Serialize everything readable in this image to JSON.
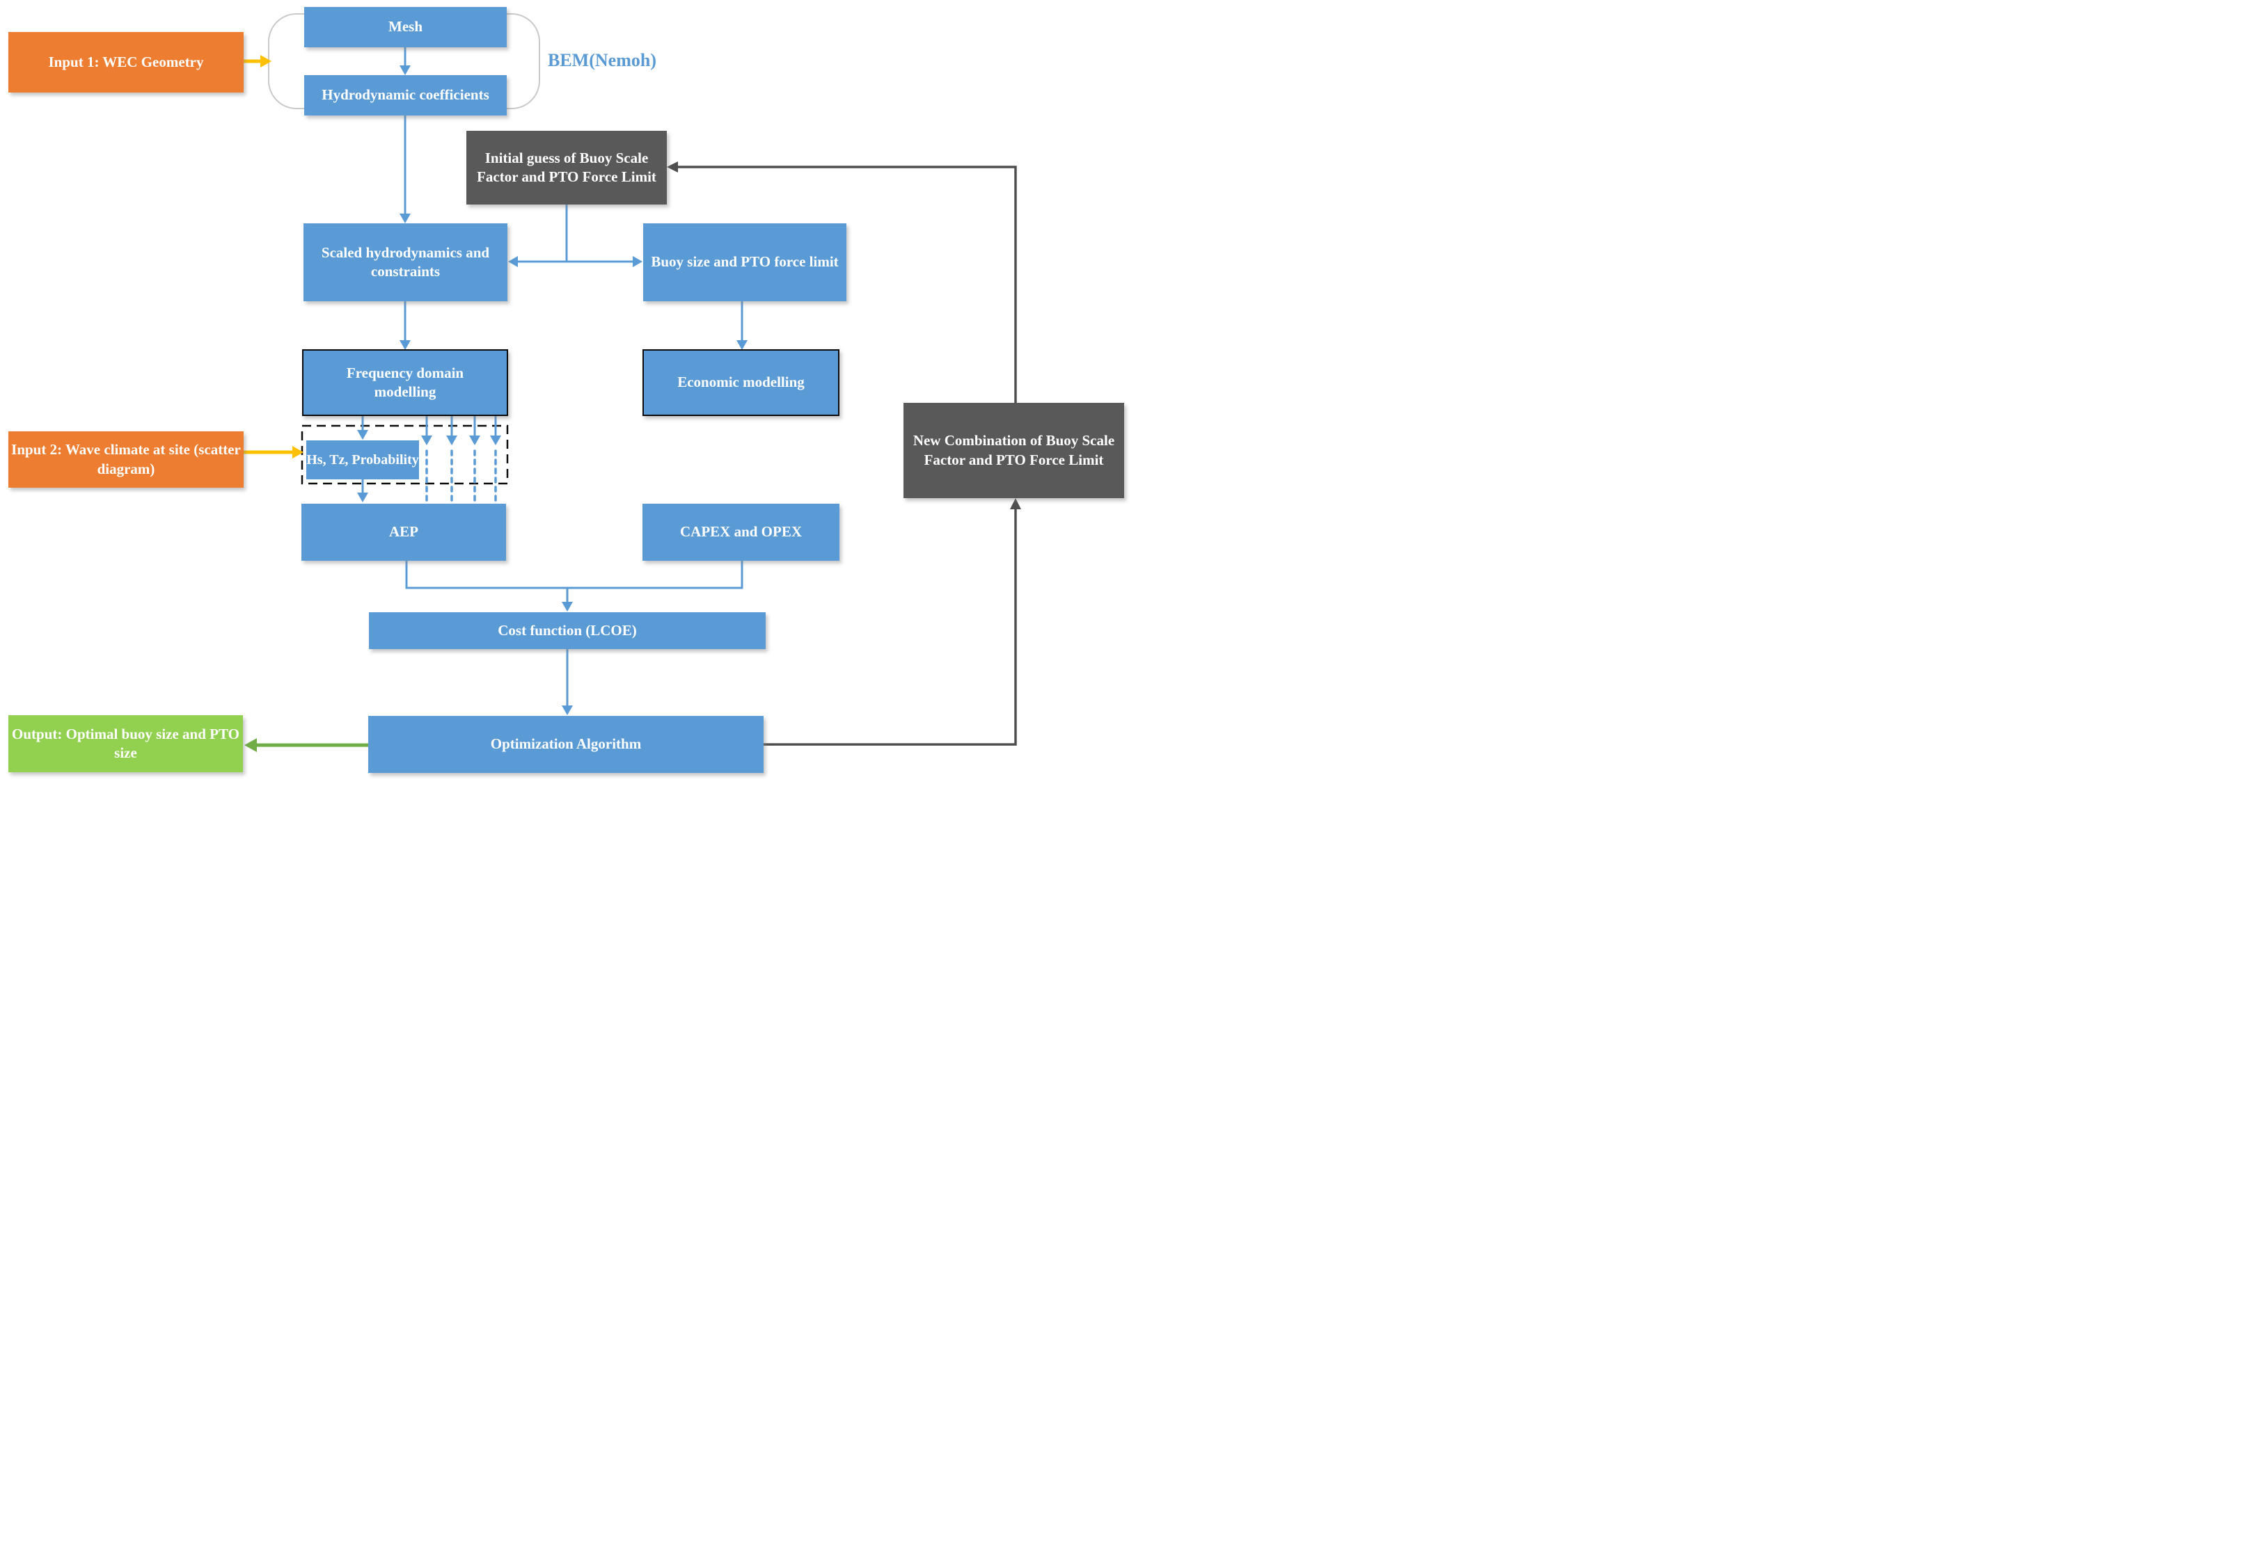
{
  "diagram_kind": "flowchart",
  "colors": {
    "box_blue": "#5b9bd5",
    "box_orange": "#ed7d31",
    "box_dark": "#595959",
    "box_green": "#92d050",
    "arrow_blue": "#5b9bd5",
    "arrow_yellow": "#ffc000",
    "arrow_dark": "#4f4f4f",
    "arrow_green": "#70ad47",
    "bracket_gray": "#c9c9c9",
    "label_blue": "#5b9bd5"
  },
  "nodes": {
    "input1": {
      "label": "Input 1: WEC Geometry"
    },
    "mesh": {
      "label": "Mesh"
    },
    "hydro": {
      "label": "Hydrodynamic coefficients"
    },
    "bem": {
      "label": "BEM(Nemoh)"
    },
    "initial": {
      "label": "Initial guess of Buoy Scale Factor and PTO Force Limit"
    },
    "scaled": {
      "label": "Scaled hydrodynamics and constraints"
    },
    "buoy": {
      "label": "Buoy size and PTO force limit"
    },
    "freq": {
      "label": "Frequency domain modelling"
    },
    "econ": {
      "label": "Economic modelling"
    },
    "input2": {
      "label": "Input 2: Wave climate at site (scatter diagram)"
    },
    "hs": {
      "label": "Hs, Tz, Probability"
    },
    "aep": {
      "label": "AEP"
    },
    "capex": {
      "label": "CAPEX and OPEX"
    },
    "cost": {
      "label": "Cost function (LCOE)"
    },
    "opt": {
      "label": "Optimization Algorithm"
    },
    "newcomb": {
      "label": "New Combination of Buoy Scale Factor and PTO Force Limit"
    },
    "output": {
      "label": "Output: Optimal buoy size and PTO size"
    }
  }
}
